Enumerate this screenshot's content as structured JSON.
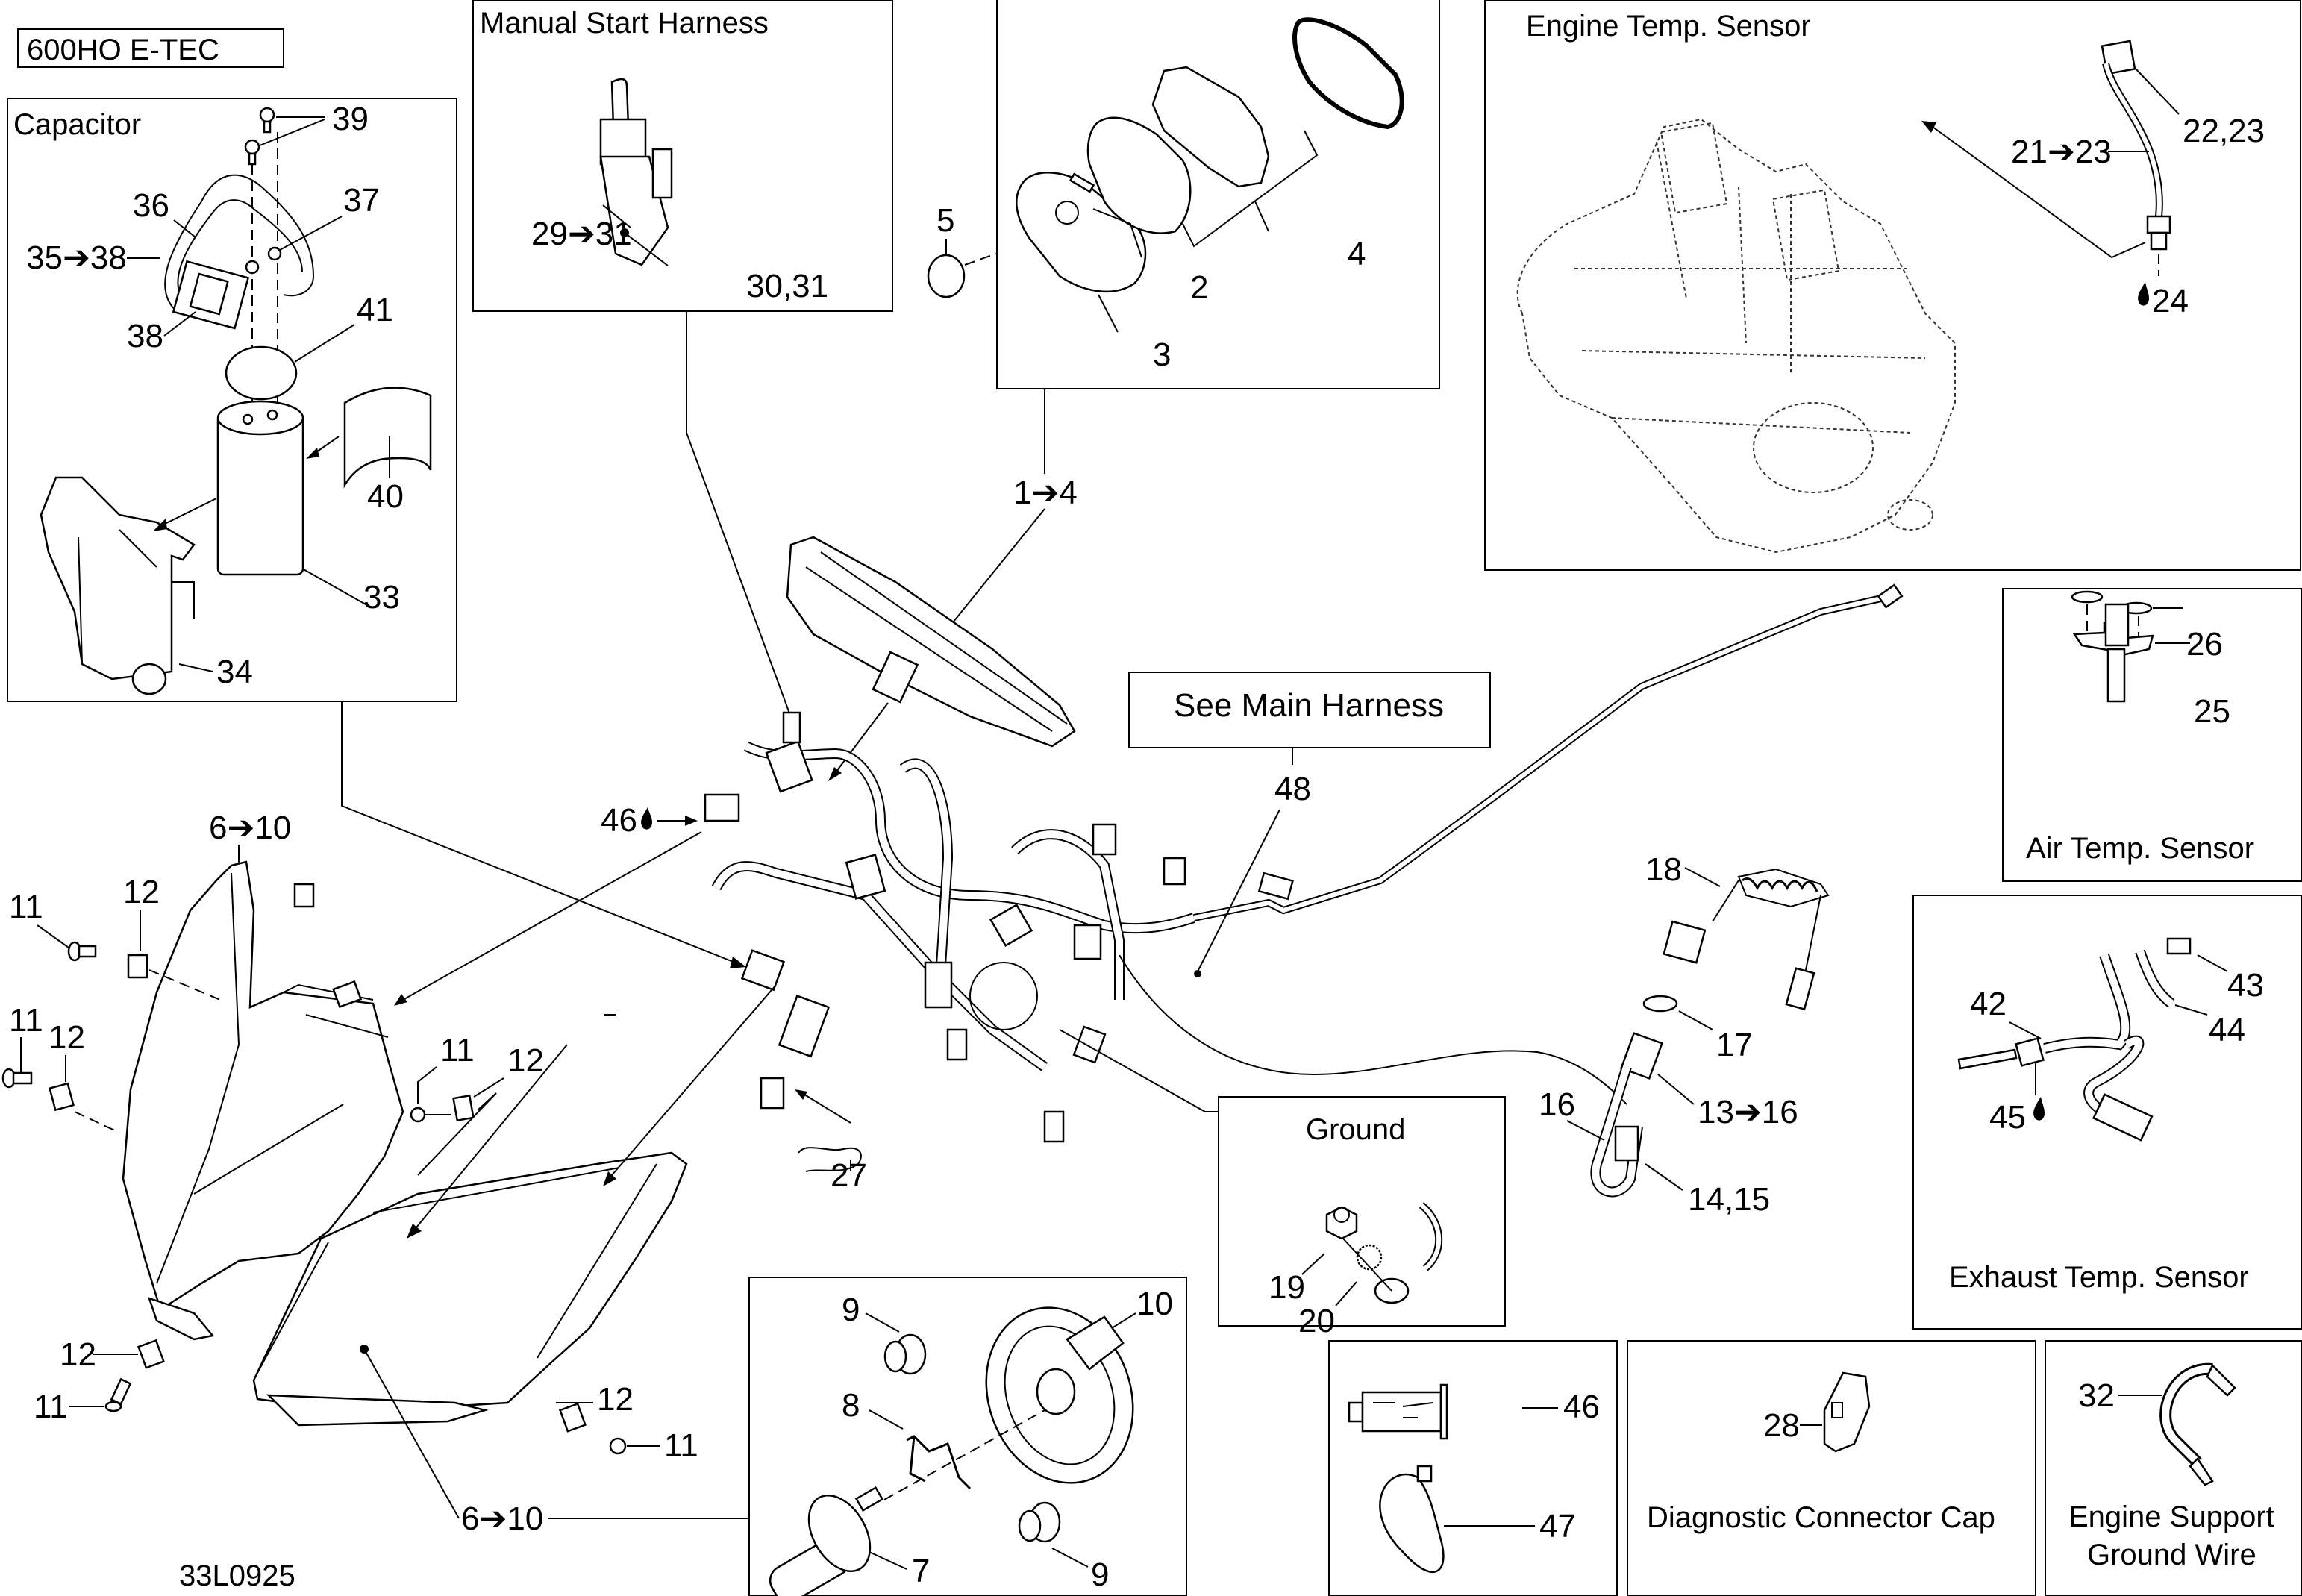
{
  "diagram": {
    "model_label": "600HO E-TEC",
    "drawing_number": "33L0925",
    "boxes": {
      "capacitor": {
        "title": "Capacitor"
      },
      "manual_start_harness": {
        "title": "Manual Start Harness"
      },
      "engine_temp_sensor": {
        "title": "Engine Temp. Sensor"
      },
      "air_temp_sensor": {
        "title": "Air Temp. Sensor"
      },
      "exhaust_temp_sensor": {
        "title": "Exhaust Temp. Sensor"
      },
      "see_main_harness": {
        "title": "See Main Harness"
      },
      "ground": {
        "title": "Ground"
      },
      "diagnostic_connector_cap": {
        "title": "Diagnostic Connector Cap"
      },
      "engine_support_ground_wire": {
        "title_line1": "Engine Support",
        "title_line2": "Ground Wire"
      }
    },
    "callouts": {
      "capacitor": [
        "39",
        "36",
        "37",
        "35➔38",
        "38",
        "41",
        "40",
        "33",
        "34"
      ],
      "manual_start_harness": [
        "29➔31",
        "30,31"
      ],
      "gauge": [
        "5",
        "2",
        "3",
        "4",
        "1➔4"
      ],
      "engine_temp_sensor": [
        "22,23",
        "21➔23",
        "24"
      ],
      "air_temp_sensor": [
        "26",
        "25"
      ],
      "exhaust_temp_sensor": [
        "43",
        "42",
        "44",
        "45"
      ],
      "harness": [
        "46",
        "48",
        "27"
      ],
      "tether": [
        "18",
        "17",
        "16",
        "13➔16",
        "14,15"
      ],
      "ground": [
        "19",
        "20"
      ],
      "headlight": [
        "6➔10",
        "11",
        "12",
        "11",
        "12",
        "11",
        "12",
        "12",
        "11",
        "12",
        "11",
        "6➔10"
      ],
      "bulb": [
        "9",
        "10",
        "8",
        "7",
        "9"
      ],
      "consumables": [
        "46",
        "47"
      ],
      "diagnostic_cap": [
        "28"
      ],
      "ground_wire": [
        "32"
      ]
    },
    "symbols": {
      "droplet": "💧",
      "arrow": "➔"
    },
    "colors": {
      "ink": "#000000",
      "paper": "#ffffff"
    }
  }
}
